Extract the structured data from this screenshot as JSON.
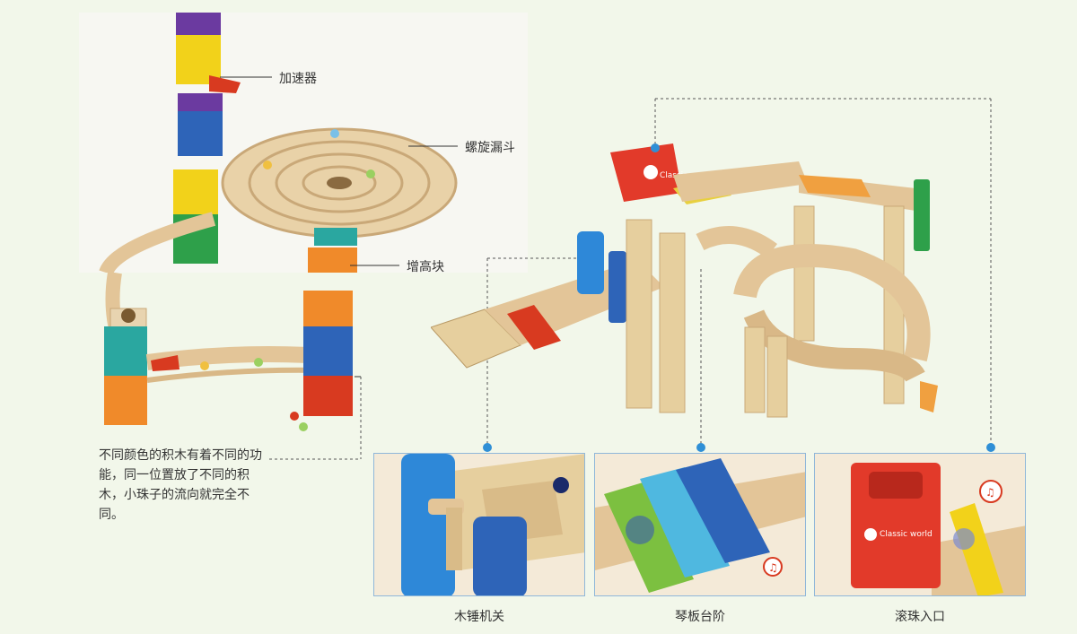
{
  "labels": {
    "accelerator": "加速器",
    "spiral_funnel": "螺旋漏斗",
    "riser_block": "增高块"
  },
  "description": "不同颜色的积木有着不同的功能，同一位置放了不同的积木，小珠子的流向就完全不同。",
  "details": [
    {
      "caption": "木锤机关"
    },
    {
      "caption": "琴板台阶"
    },
    {
      "caption": "滚珠入口"
    }
  ],
  "brand": "Classic world",
  "colors": {
    "accent_line": "#2f8fd6",
    "background": "#f2f7ea"
  }
}
